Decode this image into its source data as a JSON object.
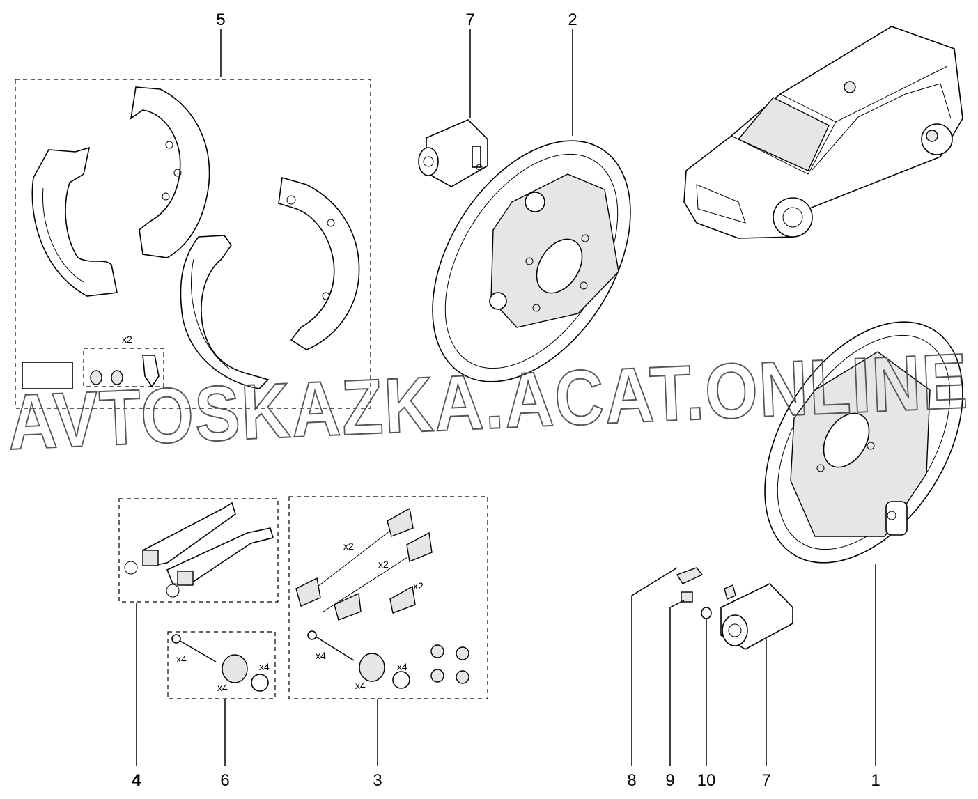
{
  "callouts": {
    "c1": "1",
    "c2": "2",
    "c3": "3",
    "c4": "4",
    "c5": "5",
    "c6": "6",
    "c7_top": "7",
    "c7_bottom": "7",
    "c8": "8",
    "c9": "9",
    "c10": "10"
  },
  "quantities": {
    "kit5_caps": "x2",
    "kit3_spring_a": "x2",
    "kit3_spring_b": "x2",
    "kit3_spring_c": "x2",
    "kit3_pin": "x4",
    "kit3_coil": "x4",
    "kit3_washer": "x4",
    "kit6_pin": "x4",
    "kit6_coil": "x4",
    "kit6_washer": "x4"
  },
  "watermark": "AVTOSKAZKA.ACAT.ONLINE"
}
